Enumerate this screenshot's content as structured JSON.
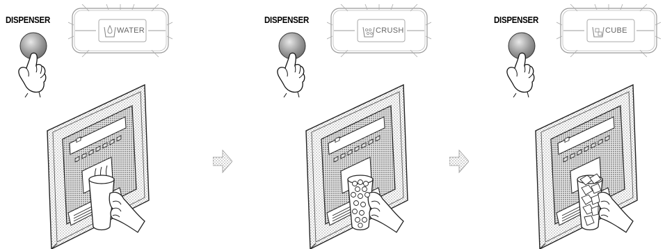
{
  "panels": [
    {
      "label": "DISPENSER",
      "mode": "WATER",
      "icon": "water-drop-cup-icon",
      "glass_content": "water"
    },
    {
      "label": "DISPENSER",
      "mode": "CRUSH",
      "icon": "crushed-ice-cup-icon",
      "glass_content": "crushed-ice"
    },
    {
      "label": "DISPENSER",
      "mode": "CUBE",
      "icon": "ice-cube-icon",
      "glass_content": "ice-cubes"
    }
  ],
  "colors": {
    "line": "#222222",
    "button": "#9a9a9a",
    "stipple": "#bdbdbd",
    "arrow": "#a8a8a8"
  }
}
